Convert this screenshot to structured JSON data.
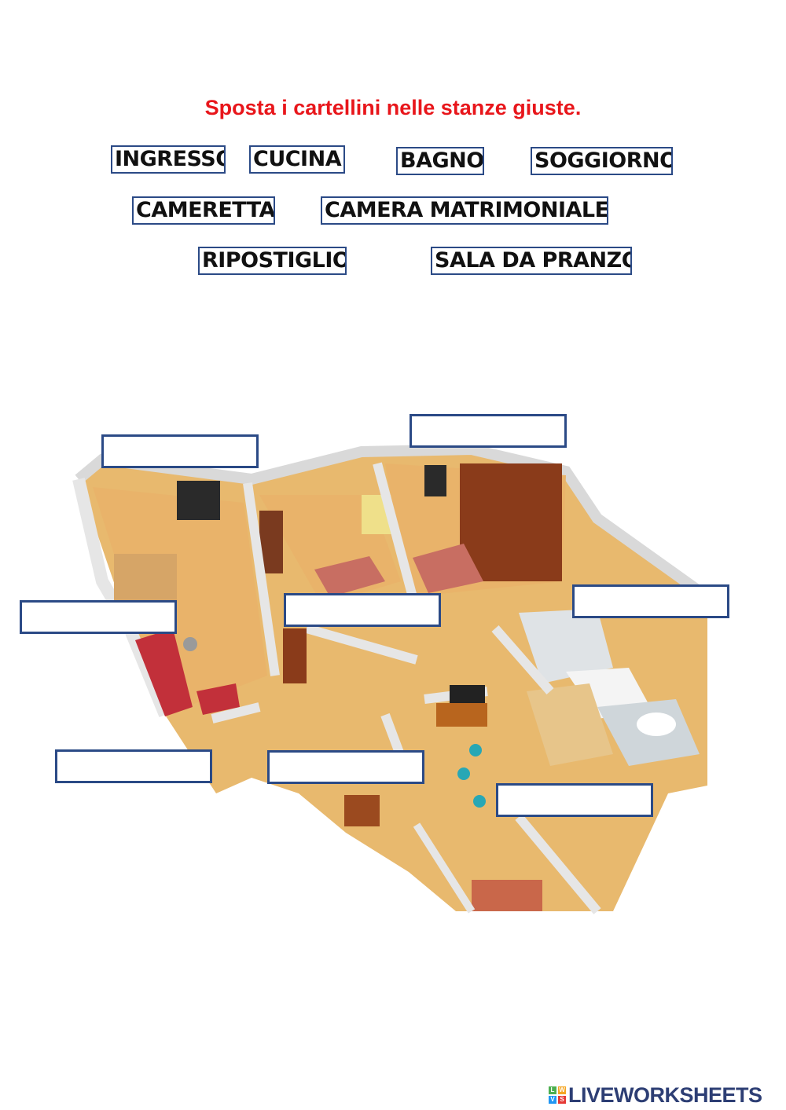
{
  "instruction": "Sposta i cartellini nelle stanze giuste.",
  "labels": {
    "ingresso": "INGRESSO",
    "cucina": "CUCINA",
    "bagno": "BAGNO",
    "soggiorno": "SOGGIORNO",
    "cameretta": "CAMERETTA",
    "camera_matrimoniale": "CAMERA MATRIMONIALE",
    "ripostiglio": "RIPOSTIGLIO",
    "sala_da_pranzo": "SALA DA PRANZO"
  },
  "brand": {
    "name": "LIVEWORKSHEETS",
    "mark_letters": [
      "L",
      "W",
      "V",
      "S"
    ],
    "color": "#2d3e74"
  },
  "colors": {
    "title": "#e8161b",
    "box_border": "#2b4a86"
  },
  "icons": [
    "floor-plan-image",
    "liveworksheets-logo-icon"
  ]
}
